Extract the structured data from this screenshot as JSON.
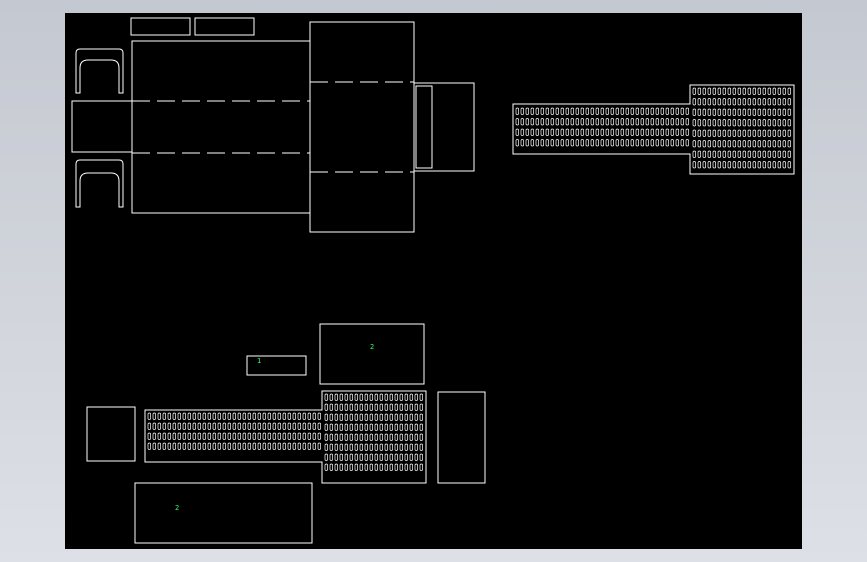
{
  "colors": {
    "background": "#000000",
    "viewport_frame": "#d0d4da",
    "line": "#ffffff",
    "label": "#33ff66"
  },
  "labels": {
    "small_tag": "1",
    "upper_box_tag": "2",
    "lower_box_tag": "2"
  }
}
